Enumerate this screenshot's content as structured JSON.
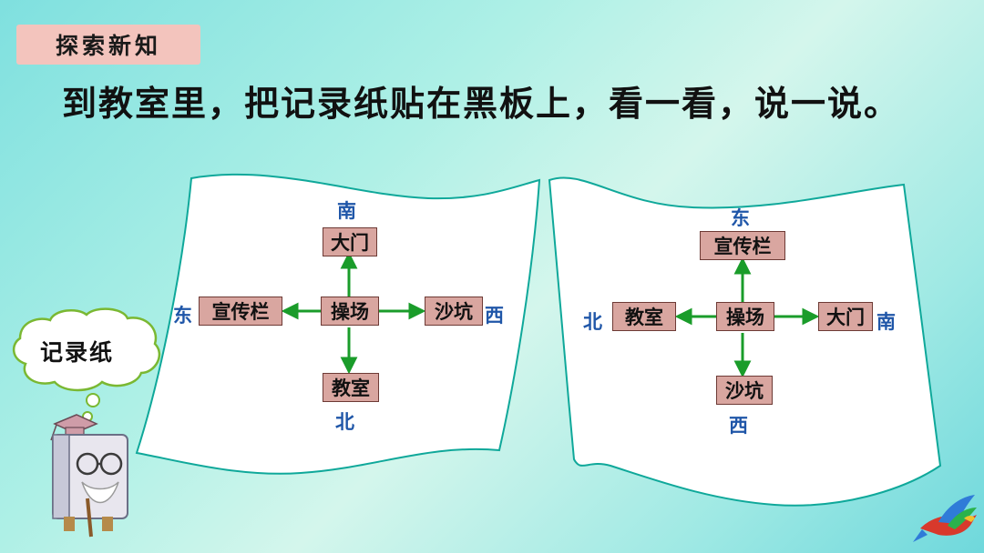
{
  "section_tag": "探索新知",
  "instruction": "到教室里，把记录纸贴在黑板上，看一看，说一说。",
  "note_bubble": "记录纸",
  "map_left": {
    "top_dir": "南",
    "bottom_dir": "北",
    "left_dir": "东",
    "right_dir": "西",
    "center": "操场",
    "top": "大门",
    "bottom": "教室",
    "left": "宣传栏",
    "right": "沙坑"
  },
  "map_right": {
    "top_dir": "东",
    "bottom_dir": "西",
    "left_dir": "北",
    "right_dir": "南",
    "center": "操场",
    "top": "宣传栏",
    "bottom": "沙坑",
    "left": "教室",
    "right": "大门"
  },
  "colors": {
    "arrow": "#1a9c2a",
    "direction_text": "#1f56a8",
    "box_fill": "#d9a6a0",
    "tag_fill": "#f3c4bd"
  }
}
